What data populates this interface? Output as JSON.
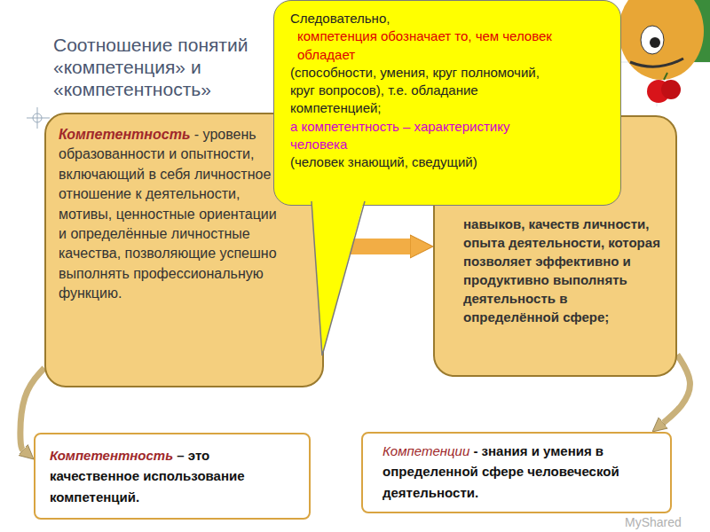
{
  "diagram": {
    "title": "Соотношение понятий «компетенция» и «компетентность»",
    "nodes": [
      {
        "text": [
          "Компетентность",
          "- уровень образованности и опытности, включающий в себя личностное отношение к деятельности, мотивы, ценностные ориентации и определённые личностные качества, позволяющие успешно выполнять профессиональную функцию."
        ]
      },
      {
        "text": [
          "навыков, качеств личности, опыта деятельности, которая позволяет эффективно и продуктивно выполнять деятельность в определённой сфере;"
        ]
      },
      {
        "text": [
          "Следовательно,",
          "компетенция обозначает то, чем человек обладает",
          "(способности, умения, круг полномочий, круг вопросов), т.е. обладание компетенцией;",
          "а компетентность – характеристику человека",
          "(человек знающий, сведущий)"
        ]
      },
      {
        "text": [
          "Компетентность",
          "– это качественное использование компетенций."
        ]
      },
      {
        "text": [
          "Компетенции",
          "- знания и умения в определенной сфере человеческой деятельности."
        ]
      }
    ],
    "edges": [
      {
        "from": 0,
        "to": 1,
        "arrow": "to"
      },
      {
        "from": 0,
        "to": 3,
        "arrow": "to"
      },
      {
        "from": 1,
        "to": 4,
        "arrow": "to"
      }
    ],
    "labels": [
      "MyShared"
    ]
  }
}
